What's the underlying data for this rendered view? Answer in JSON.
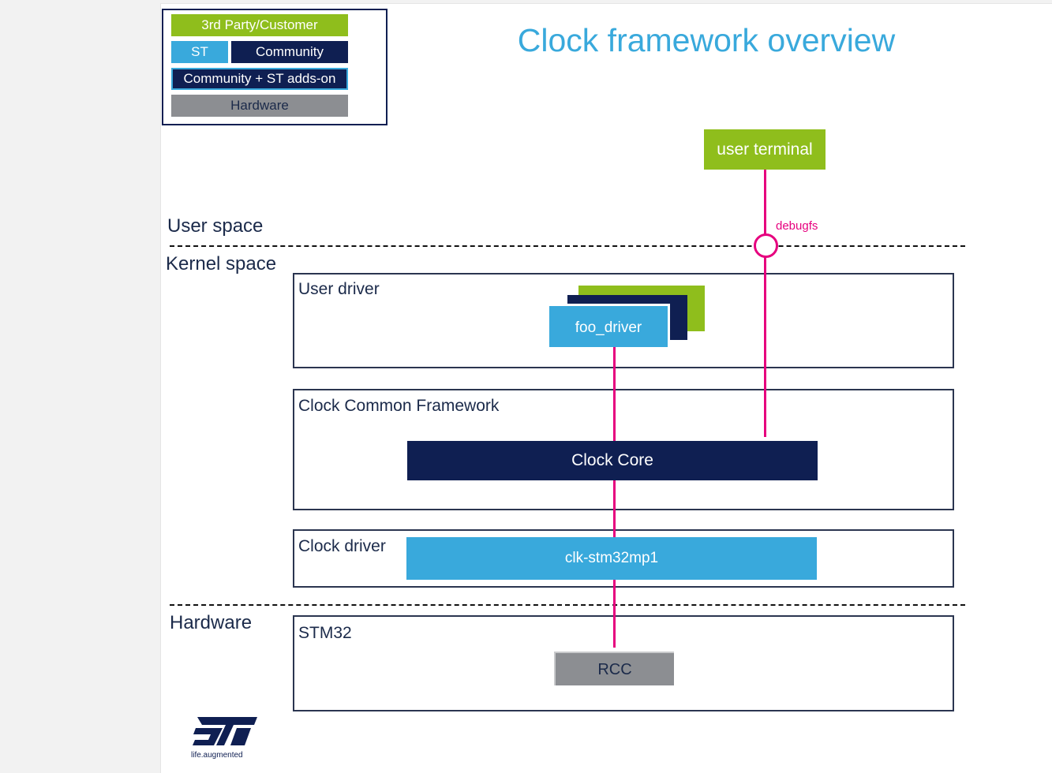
{
  "title": "Clock framework overview",
  "legend": {
    "third_party": "3rd Party/Customer",
    "st": "ST",
    "community": "Community",
    "community_st": "Community + ST adds-on",
    "hardware": "Hardware"
  },
  "spaces": {
    "user_space": "User space",
    "kernel_space": "Kernel space",
    "hardware": "Hardware"
  },
  "layers": {
    "user_driver": "User driver",
    "ccf": "Clock Common Framework",
    "clock_driver": "Clock driver",
    "stm32": "STM32"
  },
  "boxes": {
    "user_terminal": "user terminal",
    "foo_driver": "foo_driver",
    "clock_core": "Clock Core",
    "clk_stm32mp1": "clk-stm32mp1",
    "rcc": "RCC"
  },
  "interface": {
    "debugfs": "debugfs"
  },
  "logo": {
    "brand": "ST",
    "tagline": "life.augmented"
  },
  "colors": {
    "third_party": "#8fbe1c",
    "st": "#39a9dc",
    "community": "#0f1f52",
    "hardware": "#8c8e92",
    "connector": "#e6007e",
    "title": "#39a9dc"
  }
}
